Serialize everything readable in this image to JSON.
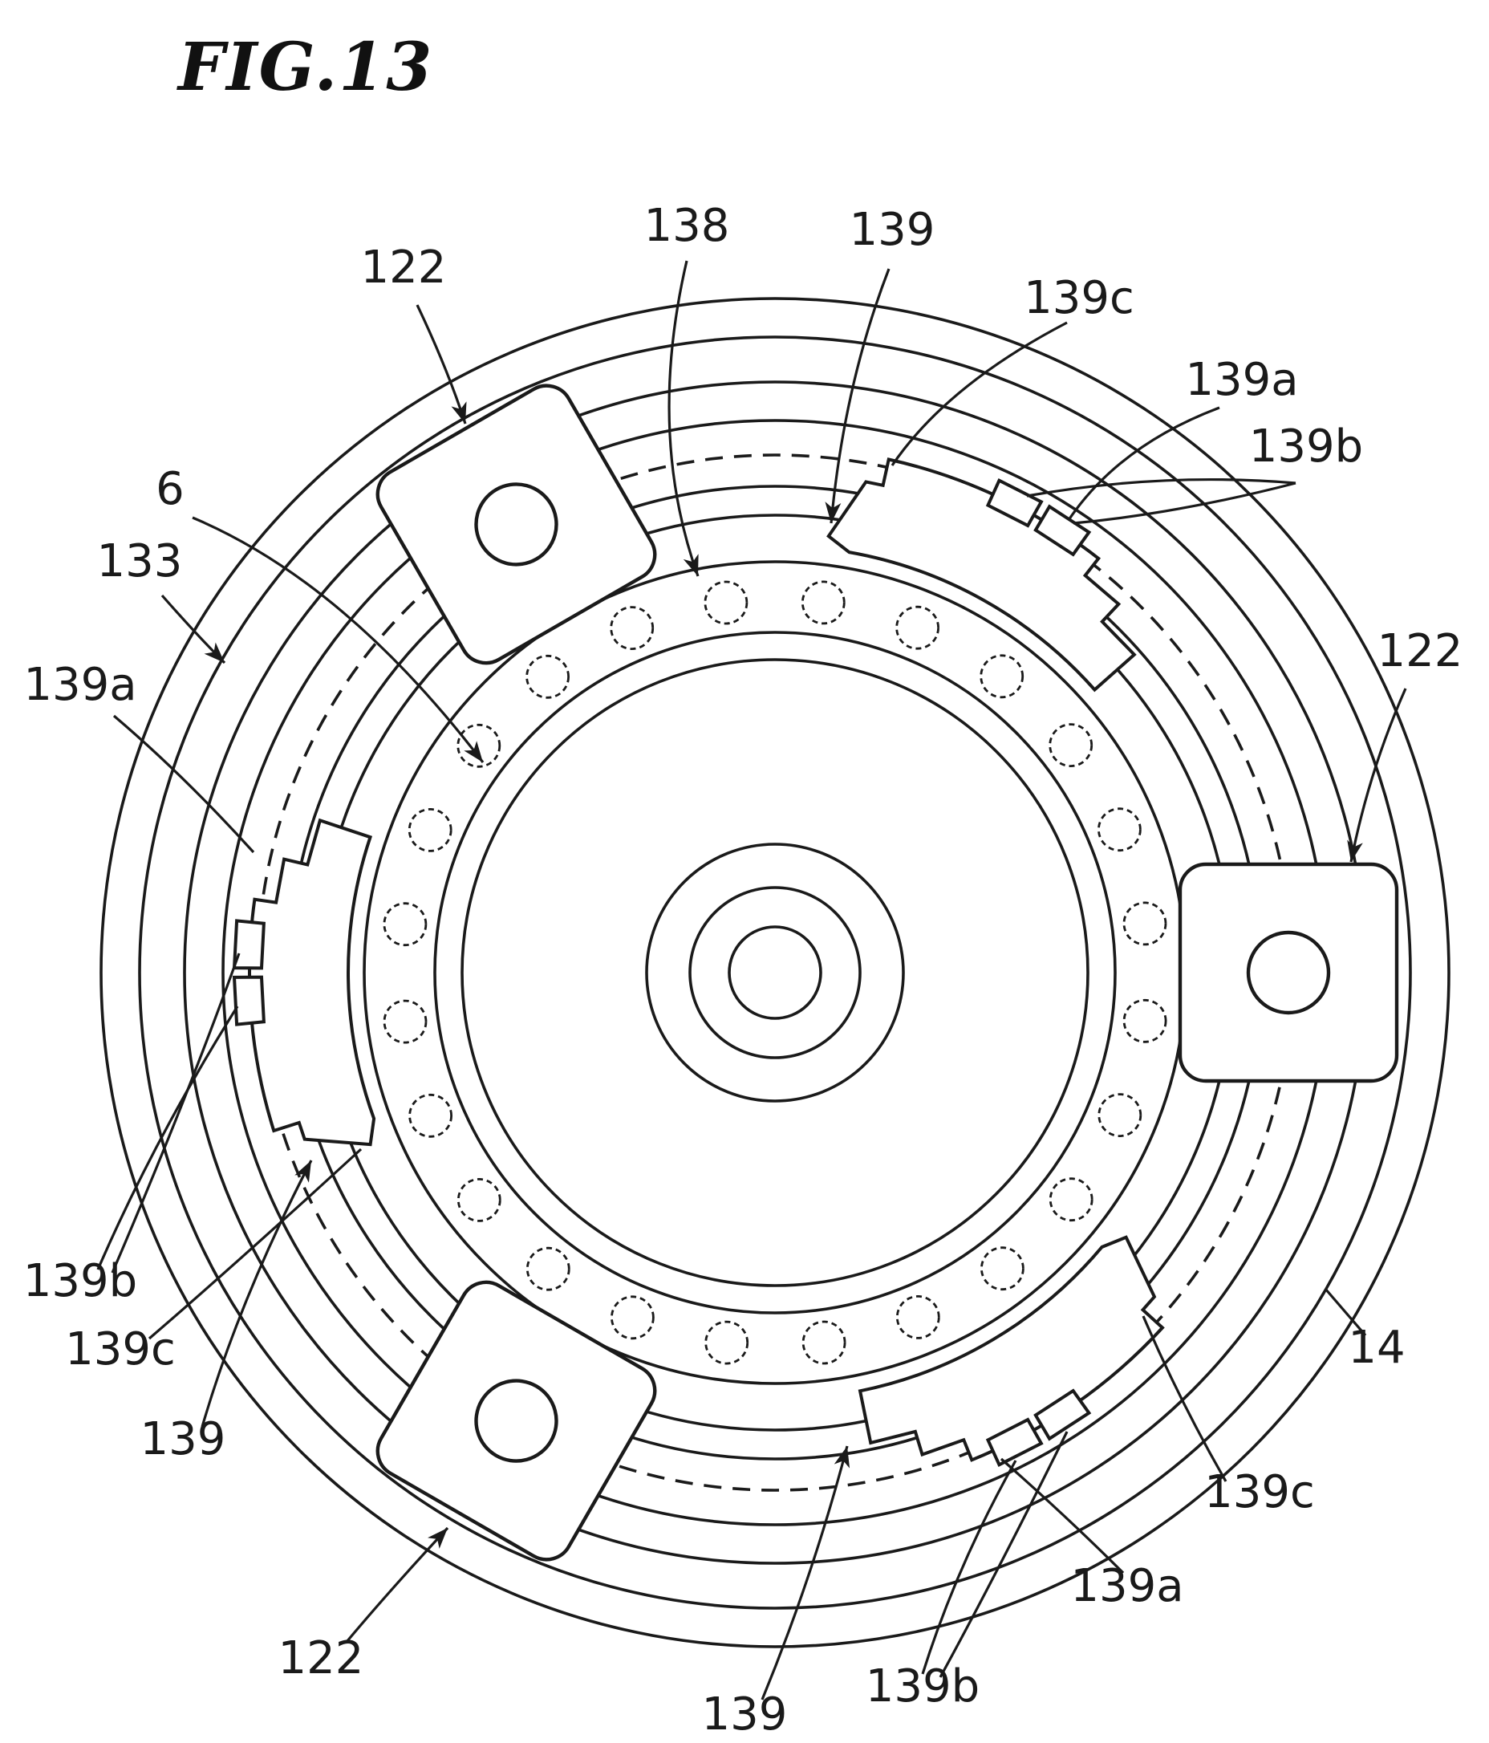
{
  "figure_title": "FIG.13",
  "reference_labels": {
    "r122_top_left": "122",
    "r122_right": "122",
    "r122_bottom_left": "122",
    "r138": "138",
    "r139_top": "139",
    "r139_left": "139",
    "r139_bottom": "139",
    "r139a_top_right": "139a",
    "r139a_left": "139a",
    "r139a_bottom": "139a",
    "r139b_top_right": "139b",
    "r139b_left": "139b",
    "r139b_bottom": "139b",
    "r139c_top": "139c",
    "r139c_left": "139c",
    "r139c_bottom_right": "139c",
    "r6": "6",
    "r133": "133",
    "r14": "14"
  },
  "colors": {
    "ink": "#1a1a1a",
    "paper": "#ffffff"
  }
}
